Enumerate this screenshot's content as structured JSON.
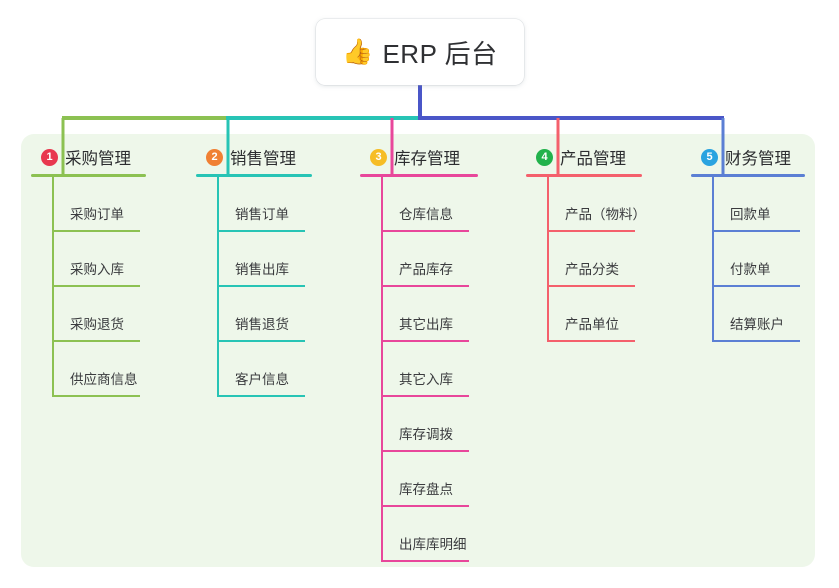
{
  "root": {
    "emoji": "👍",
    "emoji_name": "thumbs-up-icon",
    "title": "ERP 后台"
  },
  "colors": {
    "panel_background": "#eef7ea",
    "page_background": "#ffffff",
    "trunk": "#4a56c8",
    "title_text": "#2f3033"
  },
  "branches": [
    {
      "index": "1",
      "label": "采购管理",
      "badge_color": "#e8384f",
      "line_color": "#8cc152",
      "items": [
        {
          "label": "采购订单"
        },
        {
          "label": "采购入库"
        },
        {
          "label": "采购退货"
        },
        {
          "label": "供应商信息"
        }
      ]
    },
    {
      "index": "2",
      "label": "销售管理",
      "badge_color": "#f08033",
      "line_color": "#27c4b5",
      "items": [
        {
          "label": "销售订单"
        },
        {
          "label": "销售出库"
        },
        {
          "label": "销售退货"
        },
        {
          "label": "客户信息"
        }
      ]
    },
    {
      "index": "3",
      "label": "库存管理",
      "badge_color": "#f6bd26",
      "line_color": "#e8479b",
      "items": [
        {
          "label": "仓库信息"
        },
        {
          "label": "产品库存"
        },
        {
          "label": "其它出库"
        },
        {
          "label": "其它入库"
        },
        {
          "label": "库存调拨"
        },
        {
          "label": "库存盘点"
        },
        {
          "label": "出库库明细"
        }
      ]
    },
    {
      "index": "4",
      "label": "产品管理",
      "badge_color": "#22b24c",
      "line_color": "#f4606c",
      "items": [
        {
          "label": "产品（物料）"
        },
        {
          "label": "产品分类"
        },
        {
          "label": "产品单位"
        }
      ]
    },
    {
      "index": "5",
      "label": "财务管理",
      "badge_color": "#2aa3e0",
      "line_color": "#5b7fd4",
      "items": [
        {
          "label": "回款单"
        },
        {
          "label": "付款单"
        },
        {
          "label": "结算账户"
        }
      ]
    }
  ]
}
